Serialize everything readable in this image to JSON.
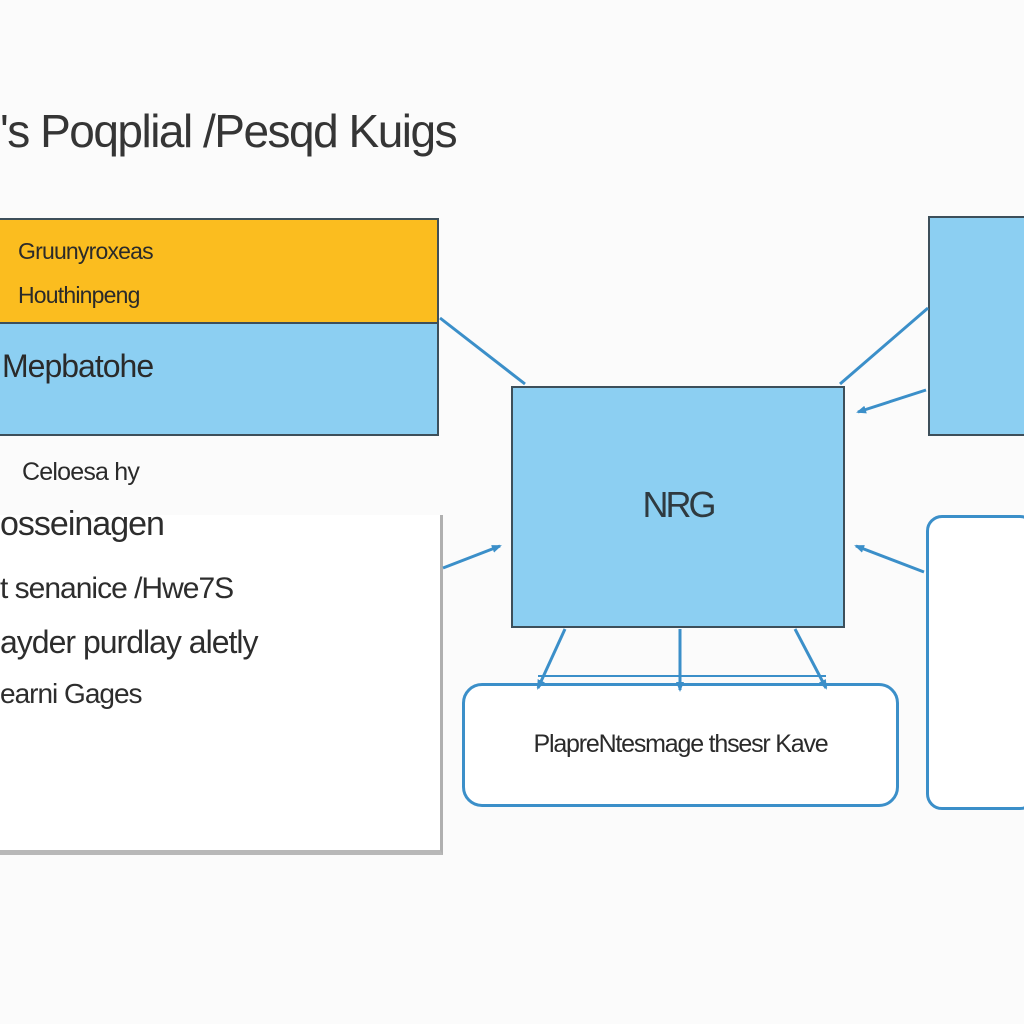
{
  "title": "'s Poqplial /Pesqd Kuigs",
  "left_panel": {
    "line1": "Gruunyroxeas",
    "line2": "Houthinpeng",
    "line3": "Mepbatohe"
  },
  "doc_caption": "Celoesa hy",
  "doc_lines": [
    "osseinagen",
    "t senanice /Hwe7S",
    "ayder purdlay aletly",
    "earni Gages"
  ],
  "center_label": "NRG",
  "bottom_label": "PlapreNtesmage thsesr Kave",
  "colors": {
    "accent_blue": "#8ccff2",
    "accent_yellow": "#fbbd1f",
    "connector": "#3b8fc9",
    "border_dark": "#3d4f5a"
  }
}
